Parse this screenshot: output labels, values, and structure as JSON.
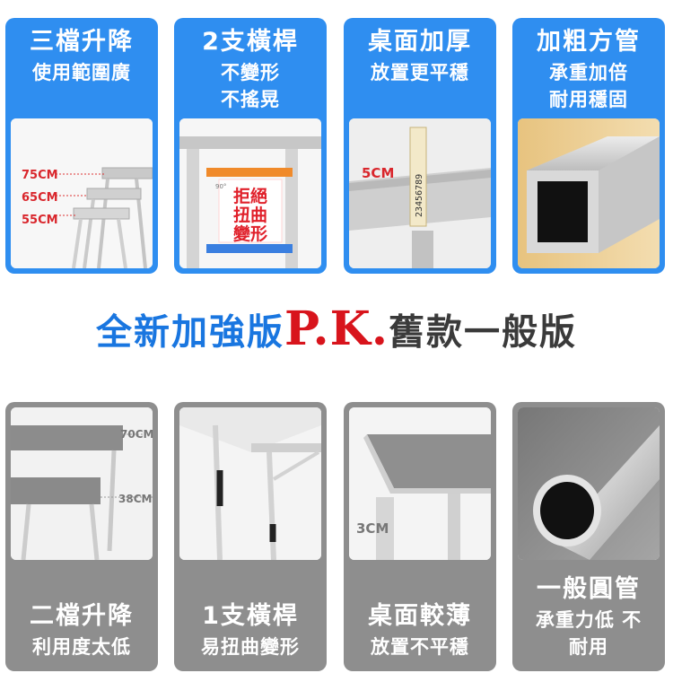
{
  "top_cards": [
    {
      "title": "三檔升降",
      "sub": [
        "使用範圍廣"
      ],
      "heights": [
        "75CM",
        "65CM",
        "55CM"
      ]
    },
    {
      "title": "2支橫桿",
      "sub": [
        "不變形",
        "不搖晃"
      ],
      "stamp": [
        "拒絕",
        "扭曲",
        "變形"
      ],
      "angle_label": "90°"
    },
    {
      "title": "桌面加厚",
      "sub": [
        "放置更平穩"
      ],
      "thickness": "5CM",
      "ruler_digits": "23456789"
    },
    {
      "title": "加粗方管",
      "sub": [
        "承重加倍",
        "耐用穩固"
      ]
    }
  ],
  "headline": {
    "new_version": "全新加強版",
    "pk": "P.K.",
    "old_version": "舊款一般版"
  },
  "bottom_cards": [
    {
      "title": "二檔升降",
      "sub": "利用度太低",
      "heights": [
        "70CM",
        "38CM"
      ]
    },
    {
      "title": "1支橫桿",
      "sub": "易扭曲變形"
    },
    {
      "title": "桌面較薄",
      "sub": "放置不平穩",
      "thickness": "3CM"
    },
    {
      "title": "一般圓管",
      "sub": "承重力低 不耐用"
    }
  ],
  "colors": {
    "accent_blue": "#2f8ef0",
    "headline_blue": "#1976e0",
    "pk_red": "#d8141c",
    "old_gray": "#8e8e8e"
  }
}
